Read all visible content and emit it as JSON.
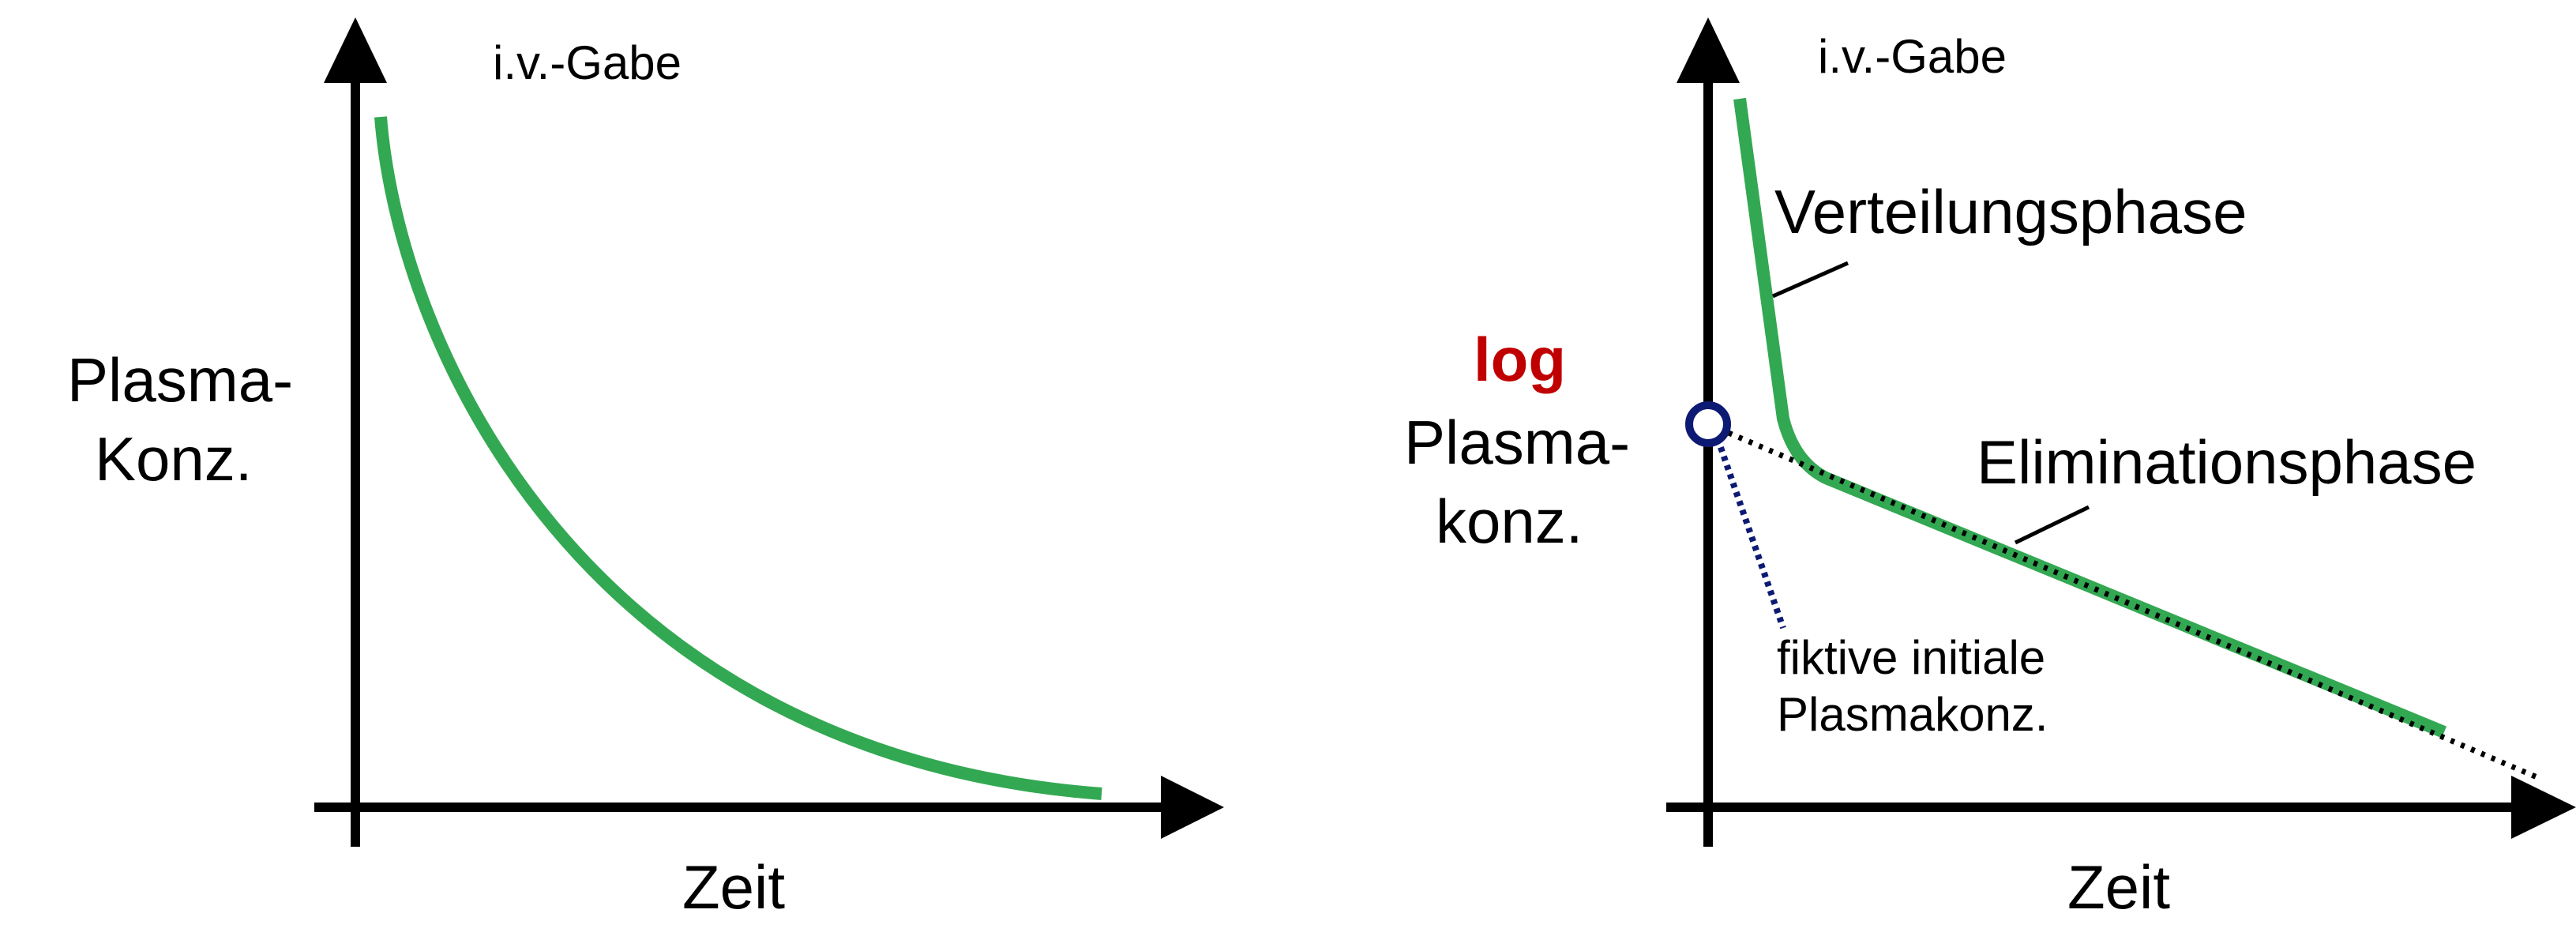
{
  "colors": {
    "curve": "#33a852",
    "axis": "#000000",
    "text": "#000000",
    "log_text": "#c00000",
    "marker": "#0d1a73",
    "extrapolation_dots": "#000000",
    "initial_dots": "#0d1a73"
  },
  "left_panel": {
    "top_label": "i.v.-Gabe",
    "y_label_line1": "Plasma-",
    "y_label_line2": "Konz.",
    "x_label": "Zeit"
  },
  "right_panel": {
    "top_label": "i.v.-Gabe",
    "y_label_log": "log",
    "y_label_line1": "Plasma-",
    "y_label_line2": "konz.",
    "x_label": "Zeit",
    "phase_distribution": "Verteilungsphase",
    "phase_elimination": "Eliminationsphase",
    "note_line1": "fiktive initiale",
    "note_line2": "Plasmakonz."
  }
}
